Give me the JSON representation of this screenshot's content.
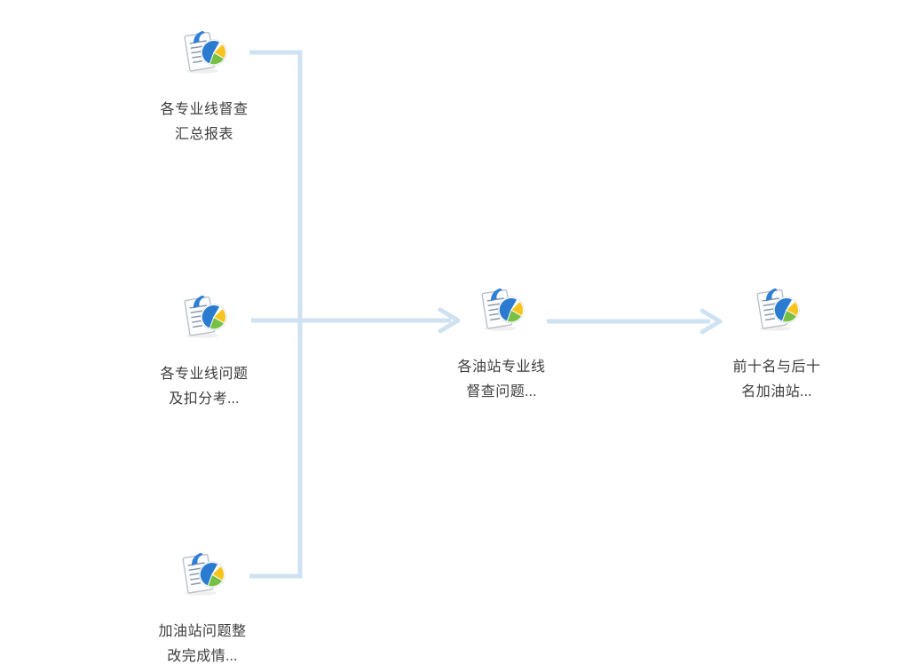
{
  "diagram": {
    "background_color": "#ffffff",
    "connector_color": "#cfe2f2",
    "label_text_color": "#3d3d3d",
    "nodes": [
      {
        "id": "node-1",
        "label_line1": "各专业线督查",
        "label_line2": "汇总报表"
      },
      {
        "id": "node-2",
        "label_line1": "各专业线问题",
        "label_line2": "及扣分考..."
      },
      {
        "id": "node-3",
        "label_line1": "加油站问题整",
        "label_line2": "改完成情..."
      },
      {
        "id": "node-4",
        "label_line1": "各油站专业线",
        "label_line2": "督查问题..."
      },
      {
        "id": "node-5",
        "label_line1": "前十名与后十",
        "label_line2": "名加油站..."
      }
    ],
    "icon": {
      "name": "report-with-pie-chart-icon",
      "colors": {
        "page": "#fcfdfe",
        "page_border": "#b9bfc6",
        "text_lines": "#8696a6",
        "ribbon_blue": "#2f7fd6",
        "pie_blue": "#2b7bd0",
        "pie_green": "#76c043",
        "pie_yellow": "#f6c41e"
      }
    }
  }
}
